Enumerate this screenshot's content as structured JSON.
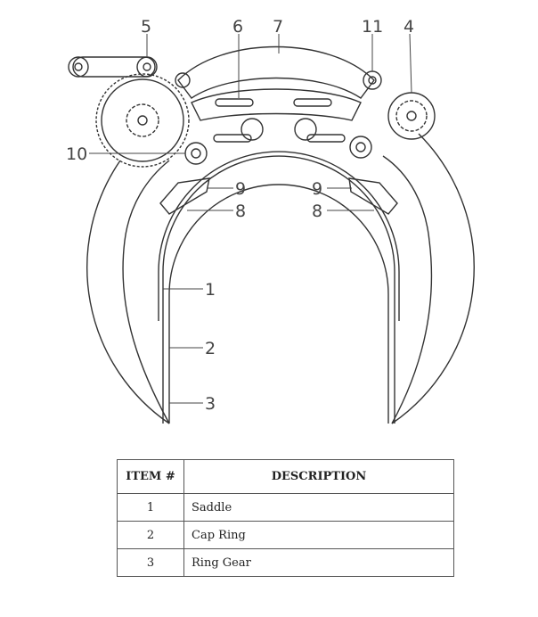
{
  "callouts": {
    "c1": "1",
    "c2": "2",
    "c3": "3",
    "c4": "4",
    "c5": "5",
    "c6": "6",
    "c7": "7",
    "c8a": "8",
    "c8b": "8",
    "c9a": "9",
    "c9b": "9",
    "c10": "10",
    "c11": "11"
  },
  "table": {
    "headers": [
      "ITEM #",
      "DESCRIPTION"
    ],
    "rows": [
      {
        "item": "1",
        "description": "Saddle"
      },
      {
        "item": "2",
        "description": "Cap Ring"
      },
      {
        "item": "3",
        "description": "Ring Gear"
      }
    ]
  }
}
